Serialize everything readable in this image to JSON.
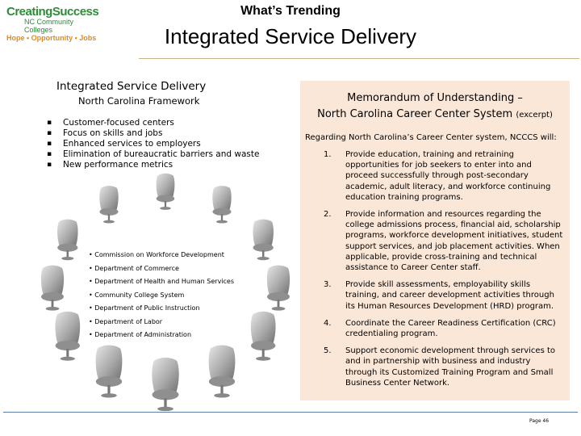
{
  "logo": {
    "line1": "CreatingSuccess",
    "line2": "NC Community Colleges",
    "line3": "Hope • Opportunity • Jobs"
  },
  "header": {
    "supertitle": "What’s Trending",
    "title": "Integrated Service Delivery"
  },
  "left": {
    "title": "Integrated Service Delivery",
    "subtitle": "North Carolina Framework",
    "bullets": [
      "Customer-focused centers",
      "Focus on skills and jobs",
      "Enhanced services to employers",
      "Elimination of bureaucratic barriers and waste",
      "New performance metrics"
    ],
    "departments": [
      "Commission on Workforce Development",
      "Department of Commerce",
      "Department of Health and Human Services",
      "Community College System",
      "Department of Public Instruction",
      "Department of Labor",
      "Department of Administration"
    ]
  },
  "right": {
    "title_line1": "Memorandum of Understanding –",
    "title_line2": "North Carolina Career Center System",
    "title_suffix": "(excerpt)",
    "intro": "Regarding North Carolina’s Career Center system, NCCCS will:",
    "items": [
      {
        "num": "1.",
        "text": "Provide education, training and retraining opportunities for job seekers to enter into and proceed successfully through post-secondary academic, adult literacy, and workforce continuing education training programs."
      },
      {
        "num": "2.",
        "text": "Provide information and resources regarding the college admissions process, financial aid, scholarship programs, workforce development initiatives, student support services, and job placement activities. When applicable, provide cross-training and technical assistance to Career Center staff."
      },
      {
        "num": "3.",
        "text": "Provide skill assessments, employability skills training, and career development activities through its Human Resources Development (HRD) program."
      },
      {
        "num": "4.",
        "text": "Coordinate the Career Readiness Certification (CRC) credentialing program."
      },
      {
        "num": "5.",
        "text": "Support economic development through services to and in partnership with business and industry through its Customized Training Program and Small Business Center Network."
      }
    ]
  },
  "footer": {
    "page": "Page 46"
  },
  "colors": {
    "logo_green": "#2e8b3a",
    "logo_orange": "#e28a1f",
    "box_background": "#fbe7d7",
    "footer_rule": "#5b7fa6"
  }
}
